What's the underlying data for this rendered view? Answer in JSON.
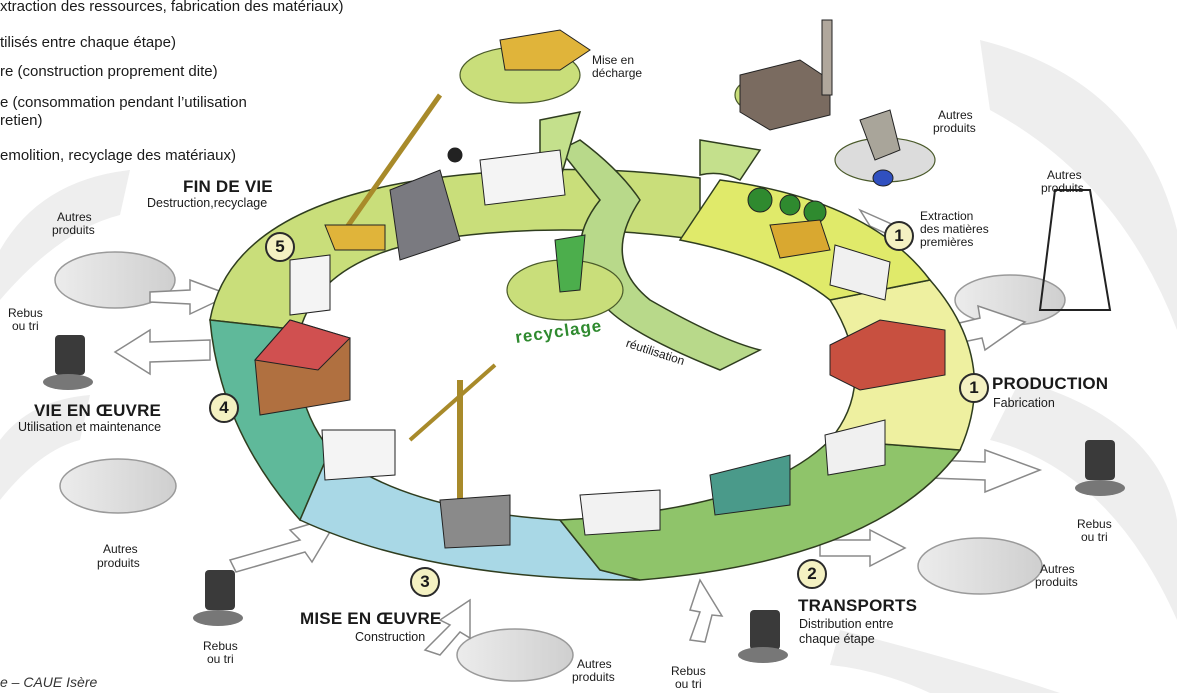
{
  "legend": [
    "xtraction des ressources, fabrication des matériaux)",
    "tilisés entre chaque étape)",
    "re (construction proprement dite)",
    "e (consommation pendant l’utilisation",
    "retien)",
    "emolition, recyclage des matériaux)"
  ],
  "phases": {
    "fin_de_vie": {
      "num": "5",
      "title": "FIN DE VIE",
      "subtitle": "Destruction,recyclage"
    },
    "vie_en_oeuvre": {
      "num": "4",
      "title": "VIE EN ŒUVRE",
      "subtitle": "Utilisation et maintenance"
    },
    "mise_en_oeuvre": {
      "num": "3",
      "title": "MISE EN ŒUVRE",
      "subtitle": "Construction"
    },
    "transports": {
      "num": "2",
      "title": "TRANSPORTS",
      "subtitle_l1": "Distribution entre",
      "subtitle_l2": "chaque étape"
    },
    "production": {
      "num": "1",
      "title": "PRODUCTION",
      "subtitle": "Fabrication"
    },
    "extraction": {
      "num": "1",
      "l1": "Extraction",
      "l2": "des matières",
      "l3": "premières"
    }
  },
  "labels": {
    "autres": "Autres",
    "produits": "produits",
    "rebus": "Rebus",
    "ou_tri": "ou tri",
    "mise_en": "Mise en",
    "decharge": "décharge",
    "recyclage": "recyclage",
    "reutilisation": "réutilisation"
  },
  "credit": "e – CAUE Isère",
  "colors": {
    "ring_green_light": "#c9de7a",
    "ring_green": "#8fc46a",
    "ring_teal": "#5fb99a",
    "ring_blue": "#a9d8e6",
    "ring_yellow": "#eef0a0",
    "ring_yellow_green": "#c7df6e",
    "grey_arrow": "#e4e4e4",
    "bin": "#3a3a3a"
  }
}
